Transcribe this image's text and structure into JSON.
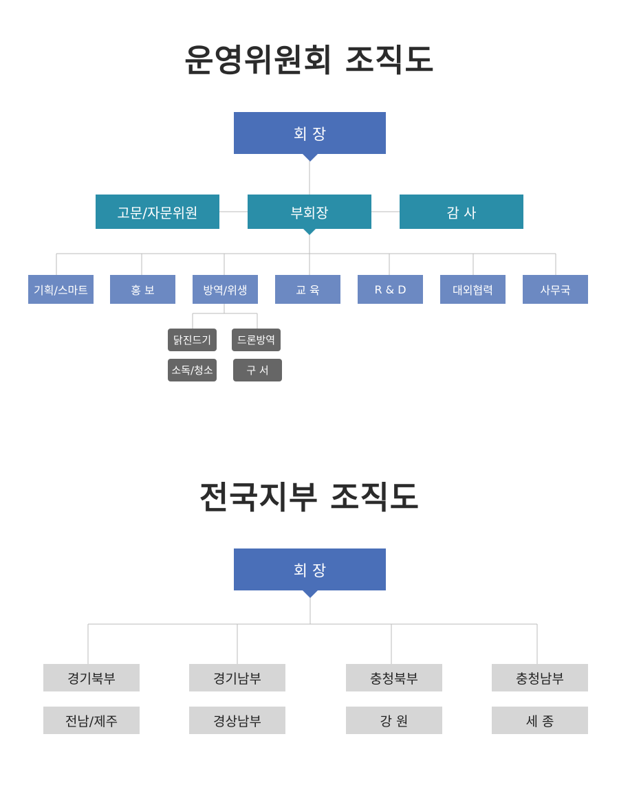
{
  "committee": {
    "title": "운영위원회 조직도",
    "chairman": "회 장",
    "vice_chairman": "부회장",
    "advisor": "고문/자문위원",
    "auditor": "감 사",
    "departments": [
      "기획/스마트",
      "홍 보",
      "방역/위생",
      "교 육",
      "R & D",
      "대외협력",
      "사무국"
    ],
    "sub_units": [
      "닭진드기",
      "드론방역",
      "소독/청소",
      "구 서"
    ]
  },
  "branch": {
    "title": "전국지부 조직도",
    "chairman": "회 장",
    "branches": [
      "경기북부",
      "경기남부",
      "충청북부",
      "충청남부",
      "전남/제주",
      "경상남부",
      "강 원",
      "세 종"
    ]
  },
  "colors": {
    "chairman": "#4a6fb8",
    "vice_level": "#2a8ea8",
    "department": "#6c89c2",
    "sub_unit": "#666666",
    "branch": "#d6d6d6",
    "line": "#bbbbbb"
  }
}
